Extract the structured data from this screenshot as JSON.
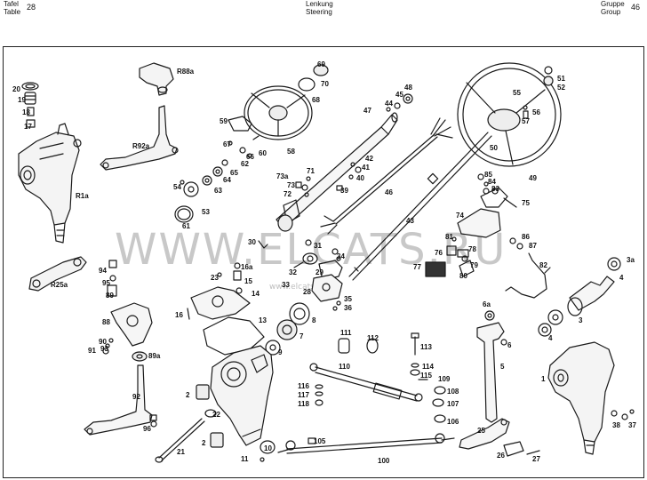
{
  "header": {
    "left_line1": "Tafel",
    "left_line2": "Table",
    "left_number": "28",
    "center_line1": "Lenkung",
    "center_line2": "Steering",
    "right_line1": "Gruppe",
    "right_line2": "Group",
    "right_number": "46"
  },
  "watermark": {
    "main": "WWW.ELCATS.RU",
    "sub": "www.elcats.ru"
  },
  "labels": [
    {
      "id": "20",
      "text": "20"
    },
    {
      "id": "19",
      "text": "19"
    },
    {
      "id": "18",
      "text": "18"
    },
    {
      "id": "17",
      "text": "17"
    },
    {
      "id": "r1a",
      "text": "R1a"
    },
    {
      "id": "r88a",
      "text": "R88a"
    },
    {
      "id": "r92a",
      "text": "R92a"
    },
    {
      "id": "r25a",
      "text": "R25a"
    },
    {
      "id": "70",
      "text": "70"
    },
    {
      "id": "69",
      "text": "69"
    },
    {
      "id": "68",
      "text": "68"
    },
    {
      "id": "58",
      "text": "58"
    },
    {
      "id": "59",
      "text": "59"
    },
    {
      "id": "67",
      "text": "67"
    },
    {
      "id": "66",
      "text": "66"
    },
    {
      "id": "62",
      "text": "62"
    },
    {
      "id": "60",
      "text": "60"
    },
    {
      "id": "65",
      "text": "65"
    },
    {
      "id": "64",
      "text": "64"
    },
    {
      "id": "63",
      "text": "63"
    },
    {
      "id": "54",
      "text": "54"
    },
    {
      "id": "53",
      "text": "53"
    },
    {
      "id": "61",
      "text": "61"
    },
    {
      "id": "48",
      "text": "48"
    },
    {
      "id": "45",
      "text": "45"
    },
    {
      "id": "44",
      "text": "44"
    },
    {
      "id": "47",
      "text": "47"
    },
    {
      "id": "42",
      "text": "42"
    },
    {
      "id": "41",
      "text": "41"
    },
    {
      "id": "40",
      "text": "40"
    },
    {
      "id": "71",
      "text": "71"
    },
    {
      "id": "73a",
      "text": "73a"
    },
    {
      "id": "73",
      "text": "73"
    },
    {
      "id": "72",
      "text": "72"
    },
    {
      "id": "39",
      "text": "39"
    },
    {
      "id": "46",
      "text": "46"
    },
    {
      "id": "55",
      "text": "55"
    },
    {
      "id": "51",
      "text": "51"
    },
    {
      "id": "52",
      "text": "52"
    },
    {
      "id": "56",
      "text": "56"
    },
    {
      "id": "57",
      "text": "57"
    },
    {
      "id": "50",
      "text": "50"
    },
    {
      "id": "49",
      "text": "49"
    },
    {
      "id": "85",
      "text": "85"
    },
    {
      "id": "84",
      "text": "84"
    },
    {
      "id": "83",
      "text": "83"
    },
    {
      "id": "75",
      "text": "75"
    },
    {
      "id": "74",
      "text": "74"
    },
    {
      "id": "43",
      "text": "43"
    },
    {
      "id": "81",
      "text": "81"
    },
    {
      "id": "86",
      "text": "86"
    },
    {
      "id": "87",
      "text": "87"
    },
    {
      "id": "78",
      "text": "78"
    },
    {
      "id": "76",
      "text": "76"
    },
    {
      "id": "79",
      "text": "79"
    },
    {
      "id": "80",
      "text": "80"
    },
    {
      "id": "77",
      "text": "77"
    },
    {
      "id": "82",
      "text": "82"
    },
    {
      "id": "3a",
      "text": "3a"
    },
    {
      "id": "4a",
      "text": "4"
    },
    {
      "id": "3",
      "text": "3"
    },
    {
      "id": "4b",
      "text": "4"
    },
    {
      "id": "30",
      "text": "30"
    },
    {
      "id": "31",
      "text": "31"
    },
    {
      "id": "34",
      "text": "34"
    },
    {
      "id": "32",
      "text": "32"
    },
    {
      "id": "33",
      "text": "33"
    },
    {
      "id": "29",
      "text": "29"
    },
    {
      "id": "28",
      "text": "28"
    },
    {
      "id": "35",
      "text": "35"
    },
    {
      "id": "36",
      "text": "36"
    },
    {
      "id": "94",
      "text": "94"
    },
    {
      "id": "95",
      "text": "95"
    },
    {
      "id": "89",
      "text": "89"
    },
    {
      "id": "23",
      "text": "23"
    },
    {
      "id": "16a",
      "text": "16a"
    },
    {
      "id": "15",
      "text": "15"
    },
    {
      "id": "14",
      "text": "14"
    },
    {
      "id": "16",
      "text": "16"
    },
    {
      "id": "13",
      "text": "13"
    },
    {
      "id": "8",
      "text": "8"
    },
    {
      "id": "7",
      "text": "7"
    },
    {
      "id": "9",
      "text": "9"
    },
    {
      "id": "88",
      "text": "88"
    },
    {
      "id": "90",
      "text": "90"
    },
    {
      "id": "93",
      "text": "93"
    },
    {
      "id": "91",
      "text": "91"
    },
    {
      "id": "89a",
      "text": "89a"
    },
    {
      "id": "92",
      "text": "92"
    },
    {
      "id": "96",
      "text": "96"
    },
    {
      "id": "2a",
      "text": "2"
    },
    {
      "id": "22",
      "text": "22"
    },
    {
      "id": "2b",
      "text": "2"
    },
    {
      "id": "21",
      "text": "21"
    },
    {
      "id": "10",
      "text": "10"
    },
    {
      "id": "11",
      "text": "11"
    },
    {
      "id": "111",
      "text": "111"
    },
    {
      "id": "112",
      "text": "112"
    },
    {
      "id": "113",
      "text": "113"
    },
    {
      "id": "114",
      "text": "114"
    },
    {
      "id": "115",
      "text": "115"
    },
    {
      "id": "109",
      "text": "109"
    },
    {
      "id": "110",
      "text": "110"
    },
    {
      "id": "116",
      "text": "116"
    },
    {
      "id": "117",
      "text": "117"
    },
    {
      "id": "118",
      "text": "118"
    },
    {
      "id": "108",
      "text": "108"
    },
    {
      "id": "107",
      "text": "107"
    },
    {
      "id": "106",
      "text": "106"
    },
    {
      "id": "105",
      "text": "105"
    },
    {
      "id": "100",
      "text": "100"
    },
    {
      "id": "6a",
      "text": "6a"
    },
    {
      "id": "6b",
      "text": "6"
    },
    {
      "id": "5",
      "text": "5"
    },
    {
      "id": "25",
      "text": "25"
    },
    {
      "id": "26",
      "text": "26"
    },
    {
      "id": "27",
      "text": "27"
    },
    {
      "id": "1",
      "text": "1"
    },
    {
      "id": "38",
      "text": "38"
    },
    {
      "id": "37",
      "text": "37"
    }
  ]
}
